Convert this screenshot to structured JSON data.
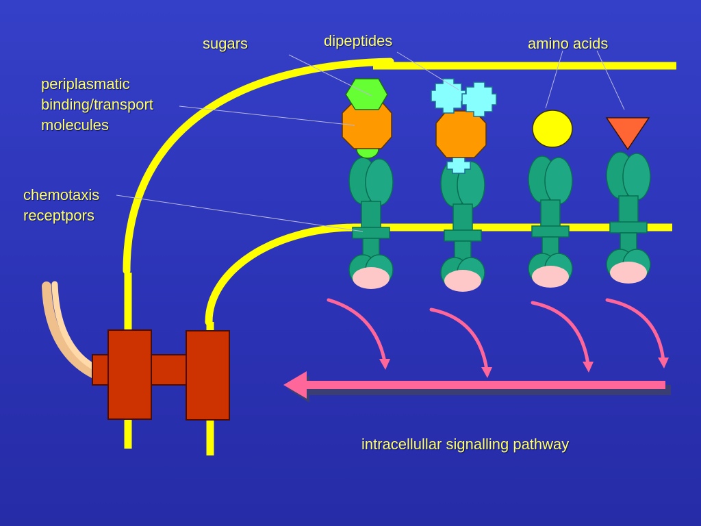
{
  "colors": {
    "background": "#2f37bd",
    "membrane": "#ffff00",
    "label_text": "#ffff66",
    "receptor": "#19a078",
    "receptor_base": "#ffc8c8",
    "binding_protein": "#ff9900",
    "sugar": "#66ff33",
    "dipeptide": "#88ffff",
    "amino_acid_circle": "#ffff00",
    "amino_acid_triangle": "#ff6633",
    "signal_arrow": "#ff6699",
    "motor": "#cc3300",
    "flagellum": "#ffcc99"
  },
  "labels": {
    "sugars": "sugars",
    "dipeptides": "dipeptides",
    "amino_acids": "amino acids",
    "periplasmatic": [
      "periplasmatic",
      "binding/transport",
      "molecules"
    ],
    "chemotaxis": [
      "chemotaxis",
      "receptpors"
    ],
    "pathway": "intracellullar signalling pathway"
  },
  "icons": [
    "sugar-hexagon-icon",
    "dipeptide-cross-icon",
    "amino-acid-circle-icon",
    "amino-acid-triangle-icon",
    "receptor-icon",
    "binding-protein-icon",
    "flagellar-motor-icon"
  ]
}
